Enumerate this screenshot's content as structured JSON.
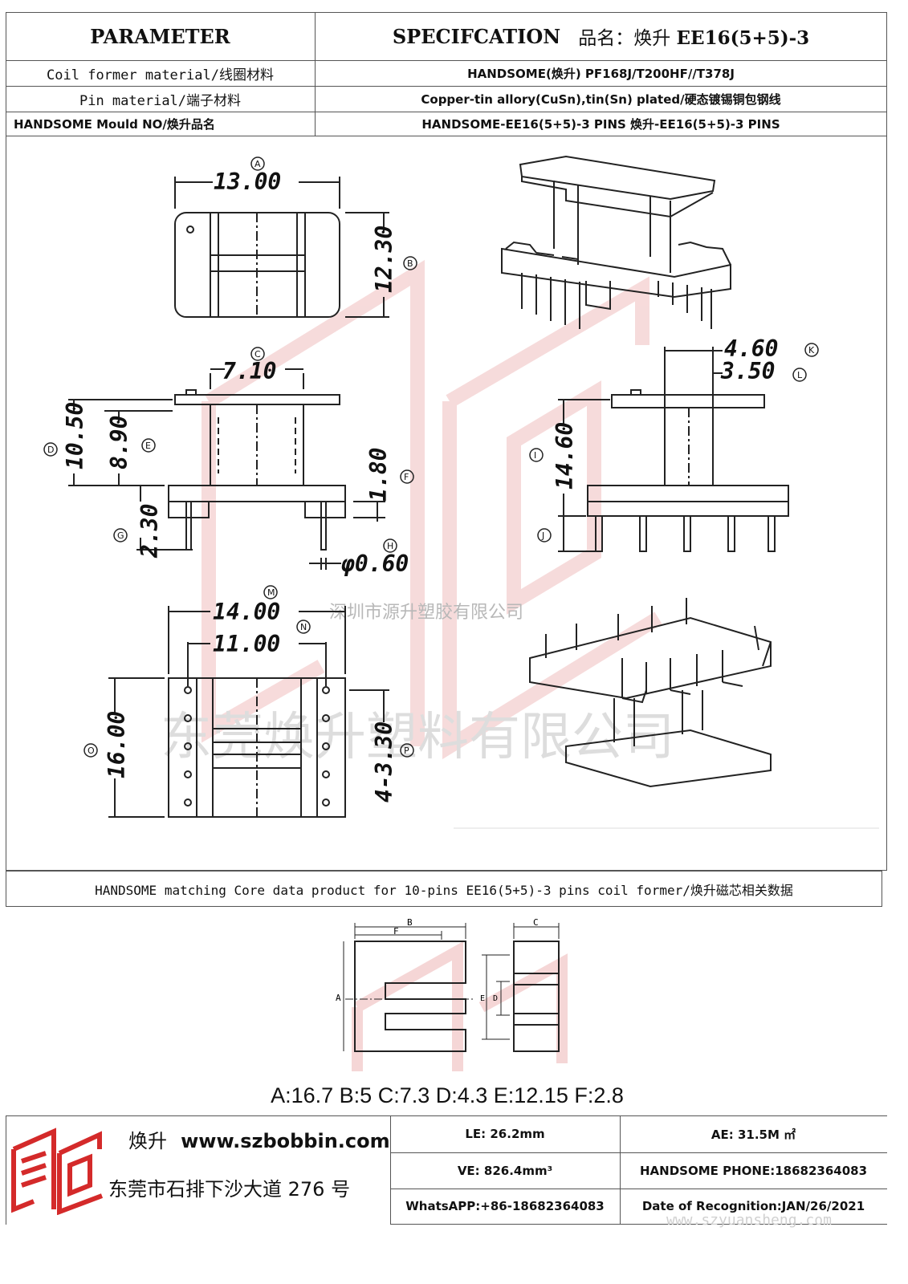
{
  "header": {
    "parameter": "PARAMETER",
    "specification": "SPECIFCATION",
    "product_label": "品名：焕升",
    "product_model": "EE16(5+5)-3"
  },
  "spec_rows": [
    {
      "label": "Coil former material/线圈材料",
      "value": "HANDSOME(焕升)   PF168J/T200HF//T378J"
    },
    {
      "label": "Pin material/端子材料",
      "value": "Copper-tin allory(CuSn),tin(Sn) plated/硬态镀锡铜包钢线"
    },
    {
      "label": "HANDSOME Mould NO/焕升品名",
      "value": "HANDSOME-EE16(5+5)-3 PINS    焕升-EE16(5+5)-3 PINS"
    }
  ],
  "drawing": {
    "dims": {
      "A": "13.00",
      "B": "12.30",
      "C": "7.10",
      "D": "10.50",
      "E": "8.90",
      "F": "1.80",
      "G": "2.30",
      "H": "φ0.60",
      "I": "14.60",
      "K": "4.60",
      "L": "3.50",
      "M": "14.00",
      "N": "11.00",
      "O": "16.00",
      "P": "4-3.30"
    },
    "letters": {
      "A": "A",
      "B": "B",
      "C": "C",
      "D": "D",
      "E": "E",
      "F": "F",
      "G": "G",
      "H": "H",
      "I": "I",
      "J": "J",
      "K": "K",
      "L": "L",
      "M": "M",
      "N": "N",
      "O": "O",
      "P": "P"
    },
    "watermark_company": "深圳市源升塑胶有限公司",
    "watermark_big": "东莞焕升塑料有限公司"
  },
  "core_section": {
    "title": "HANDSOME matching Core data  product for 10-pins EE16(5+5)-3 pins coil former/焕升磁芯相关数据",
    "labels": {
      "A": "A",
      "B": "B",
      "C": "C",
      "D": "D",
      "E": "E",
      "F": "F"
    },
    "values_line": "A:16.7 B:5 C:7.3 D:4.3 E:12.15 F:2.8"
  },
  "footer": {
    "brand": "焕升",
    "website": "www.szbobbin.com",
    "address": "东莞市石排下沙大道 276 号",
    "le": "LE:    26.2mm",
    "ae": "AE: 31.5M ㎡",
    "ve": "VE: 826.4mm³",
    "phone": "HANDSOME PHONE:18682364083",
    "whatsapp": "WhatsAPP:+86-18682364083",
    "date": "Date of Recognition:JAN/26/2021",
    "watermark_url": "www.szyuansheng.com"
  },
  "colors": {
    "logo_red": "#d42a2a",
    "watermark_red": "#f0c4c4",
    "border": "#555555"
  }
}
